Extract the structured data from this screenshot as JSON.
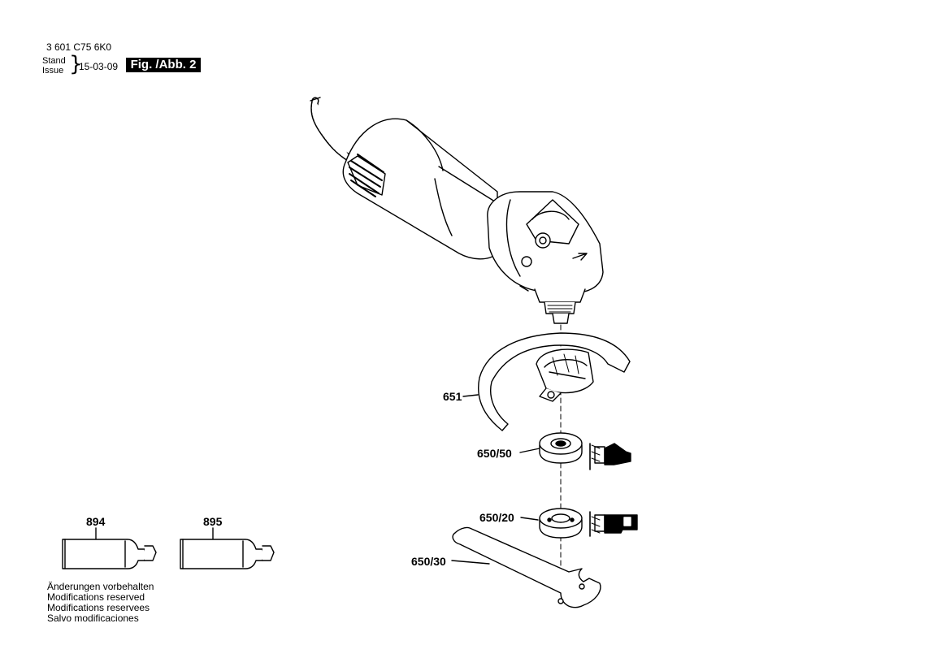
{
  "header": {
    "part_number": "3 601 C75 6K0",
    "stand_label": "Stand",
    "issue_label": "Issue",
    "brace": "}",
    "issue_date": "15-03-09",
    "figure_label": "Fig. /Abb. 2"
  },
  "callouts": {
    "guard": "651",
    "flange": "650/50",
    "lock_nut": "650/20",
    "spanner": "650/30",
    "tube_1": "894",
    "tube_2": "895"
  },
  "notes": [
    "Änderungen vorbehalten",
    "Modifications reserved",
    "Modifications reservees",
    "Salvo modificaciones"
  ]
}
